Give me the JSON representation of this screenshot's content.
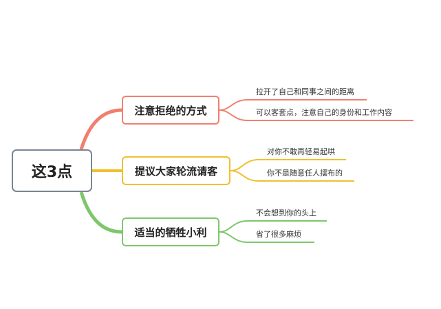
{
  "root": {
    "label": "这3点"
  },
  "branches": [
    {
      "label": "注意拒绝的方式",
      "color": "#f07f6e",
      "children": [
        "拉开了自己和同事之间的距离",
        "可以客套点，注意自己的身份和工作内容"
      ]
    },
    {
      "label": "提议大家轮流请客",
      "color": "#f0c02e",
      "children": [
        "对你不敢再轻易起哄",
        "你不是随意任人摆布的"
      ]
    },
    {
      "label": "适当的牺牲小利",
      "color": "#7cc76a",
      "children": [
        "不会想到你的头上",
        "省了很多麻烦"
      ]
    }
  ]
}
